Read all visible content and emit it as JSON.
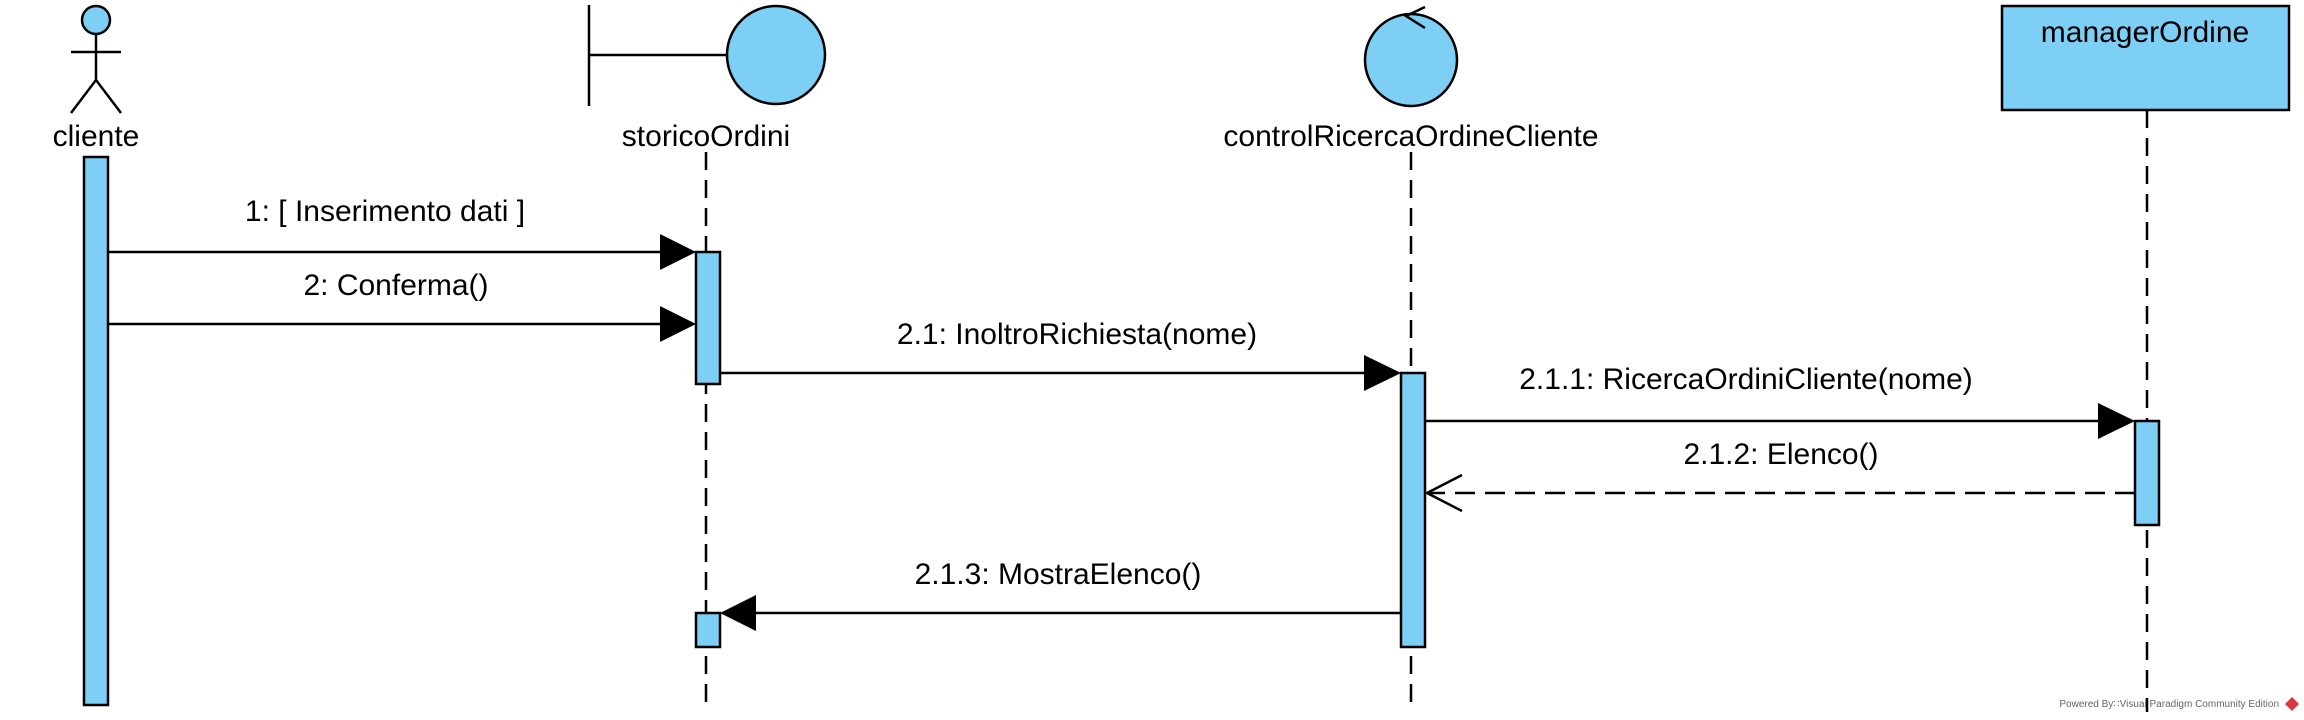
{
  "diagram": {
    "type": "sequence",
    "fill_color": "#7dcff5",
    "line_color": "#000000",
    "participants": [
      {
        "id": "cliente",
        "kind": "actor",
        "name": "cliente"
      },
      {
        "id": "storico",
        "kind": "boundary",
        "name": "storicoOrdini"
      },
      {
        "id": "control",
        "kind": "control",
        "name": "controlRicercaOrdineCliente"
      },
      {
        "id": "manager",
        "kind": "class",
        "name": "managerOrdine"
      }
    ],
    "messages": [
      {
        "from": "cliente",
        "to": "storicoOrdini",
        "style": "sync",
        "label": "1: [ Inserimento dati ]"
      },
      {
        "from": "cliente",
        "to": "storicoOrdini",
        "style": "sync",
        "label": "2: Conferma()"
      },
      {
        "from": "storicoOrdini",
        "to": "controlRicercaOrdineCliente",
        "style": "sync",
        "label": "2.1: InoltroRichiesta(nome)"
      },
      {
        "from": "controlRicercaOrdineCliente",
        "to": "managerOrdine",
        "style": "sync",
        "label": "2.1.1: RicercaOrdiniCliente(nome)"
      },
      {
        "from": "managerOrdine",
        "to": "controlRicercaOrdineCliente",
        "style": "return",
        "label": "2.1.2: Elenco()"
      },
      {
        "from": "controlRicercaOrdineCliente",
        "to": "storicoOrdini",
        "style": "sync",
        "label": "2.1.3: MostraElenco()"
      }
    ],
    "watermark": "Powered By∷Visual Paradigm Community Edition"
  }
}
